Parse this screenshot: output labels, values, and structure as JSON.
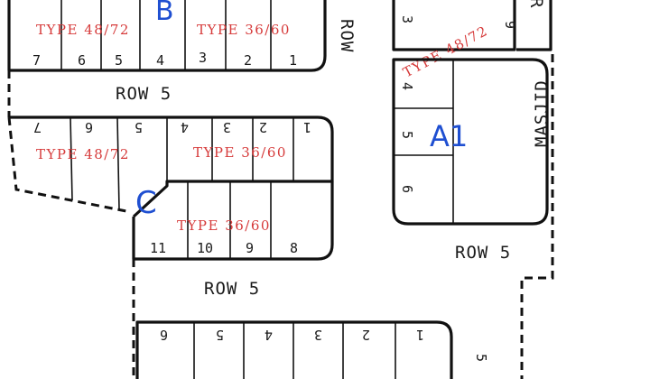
{
  "roads": {
    "row5_top": "ROW 5",
    "row5_mid": "ROW 5",
    "row5_right": "ROW 5",
    "row_vertical": "ROW"
  },
  "blocks": {
    "b": "B",
    "c": "C",
    "a1": "A1",
    "masjid": "MASJID",
    "r_partial": "R"
  },
  "types": {
    "b_left": "TYPE 48/72",
    "b_right": "TYPE 36/60",
    "c_left": "TYPE 48/72",
    "c_right": "TYPE 36/60",
    "c_lower": "TYPE 36/60",
    "a_diag": "TYPE 48/72"
  },
  "lots": {
    "b_top": [
      "7",
      "6",
      "5",
      "4",
      "3",
      "2",
      "1"
    ],
    "c_upper": [
      "7",
      "6",
      "5",
      "4",
      "3",
      "2",
      "1"
    ],
    "c_lower": [
      "11",
      "10",
      "9",
      "8"
    ],
    "a_left": [
      "3",
      "4",
      "5",
      "6"
    ],
    "a_top": "9",
    "bottom_row": [
      "6",
      "5",
      "4",
      "3",
      "2",
      "1"
    ],
    "bottom_right": "5"
  }
}
